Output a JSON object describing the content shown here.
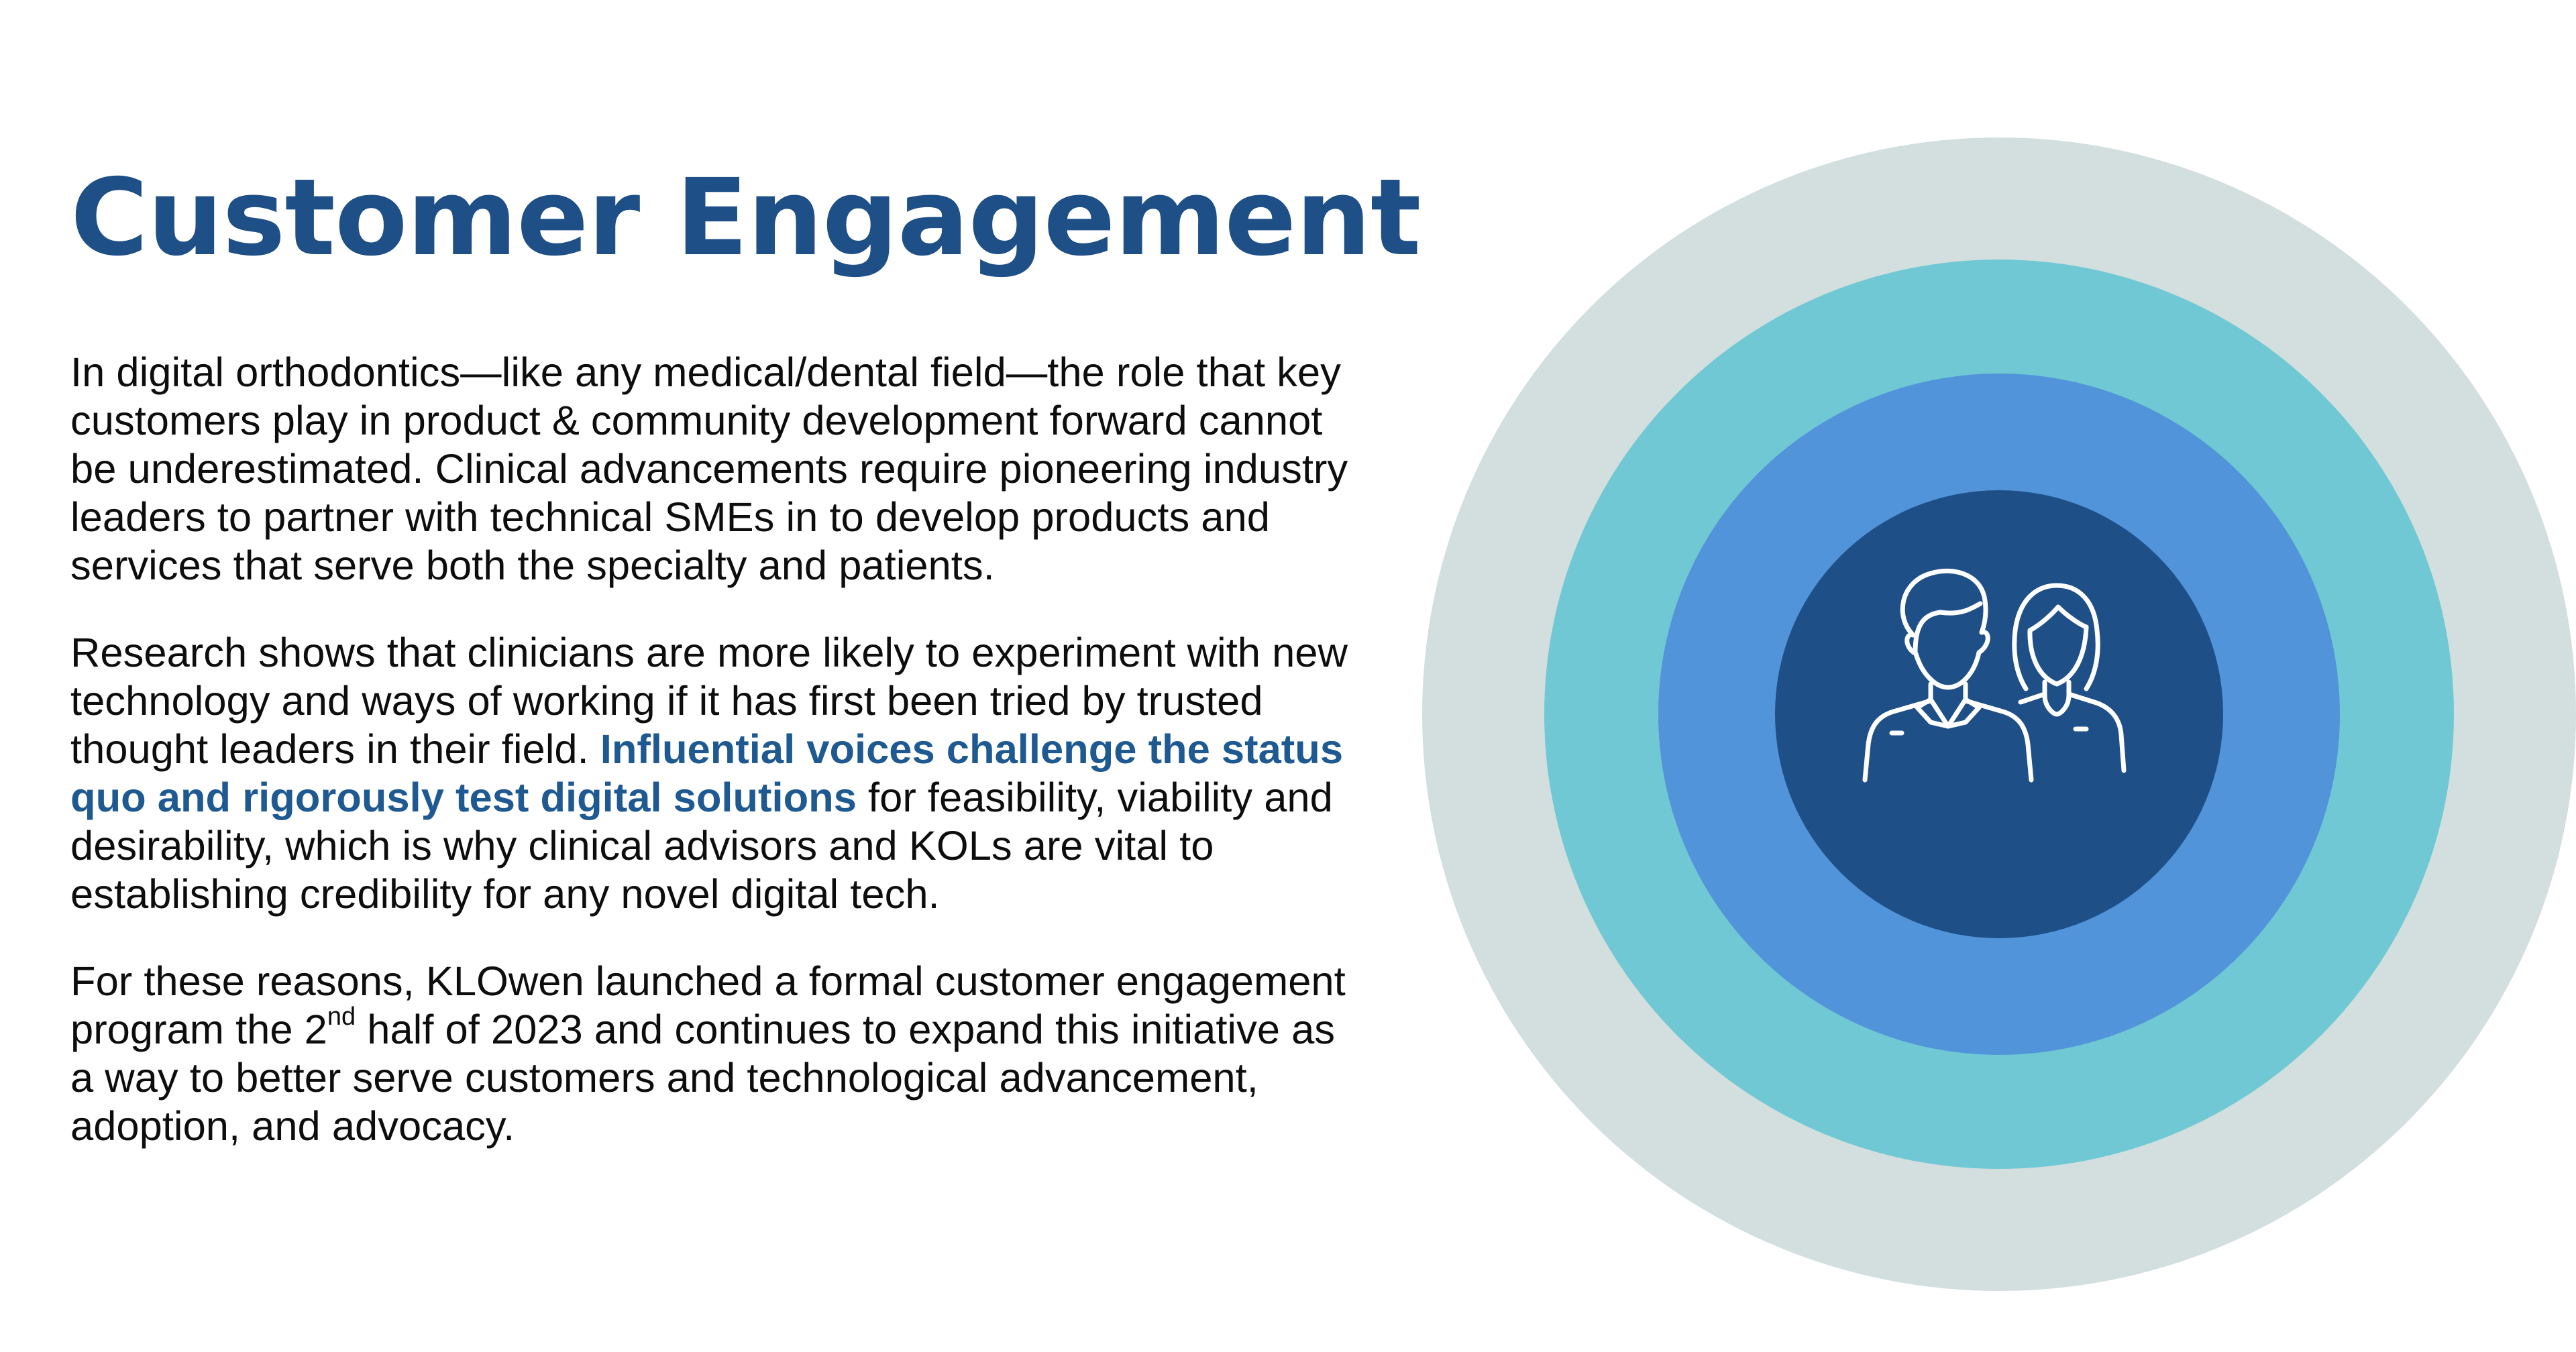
{
  "slide": {
    "title": "Customer Engagement",
    "paragraph1": "In digital orthodontics—like any medical/dental field—the role that key customers play in product & community development forward cannot be underestimated. Clinical advancements require pioneering industry leaders to partner with technical SMEs in to develop products and services that serve both the specialty and patients.",
    "paragraph2_part1": "Research shows that clinicians are more likely to experiment with new technology and ways of working if it has first been tried by trusted thought leaders in their field. ",
    "paragraph2_highlight": "Influential voices challenge the status quo and rigorously test digital solutions",
    "paragraph2_part2": " for feasibility, viability and desirability, which is why clinical advisors and KOLs are vital to establishing credibility for any novel digital tech.",
    "paragraph3_part1": "For these reasons, KLOwen launched a formal customer engagement program the 2",
    "paragraph3_superscript": "nd",
    "paragraph3_part2": " half of 2023 and continues to expand this initiative as a way to better serve customers and technological advancement, adoption, and advocacy."
  },
  "graphic": {
    "icon": "people-icon",
    "rings": [
      {
        "name": "outer",
        "color": "#d3dfdf"
      },
      {
        "name": "second",
        "color": "#6fc8d3"
      },
      {
        "name": "third",
        "color": "#5194da"
      },
      {
        "name": "core",
        "color": "#1e4f86"
      }
    ],
    "icon_color": "#ffffff",
    "title_color": "#1e4f86",
    "highlight_color": "#1e5a91"
  }
}
